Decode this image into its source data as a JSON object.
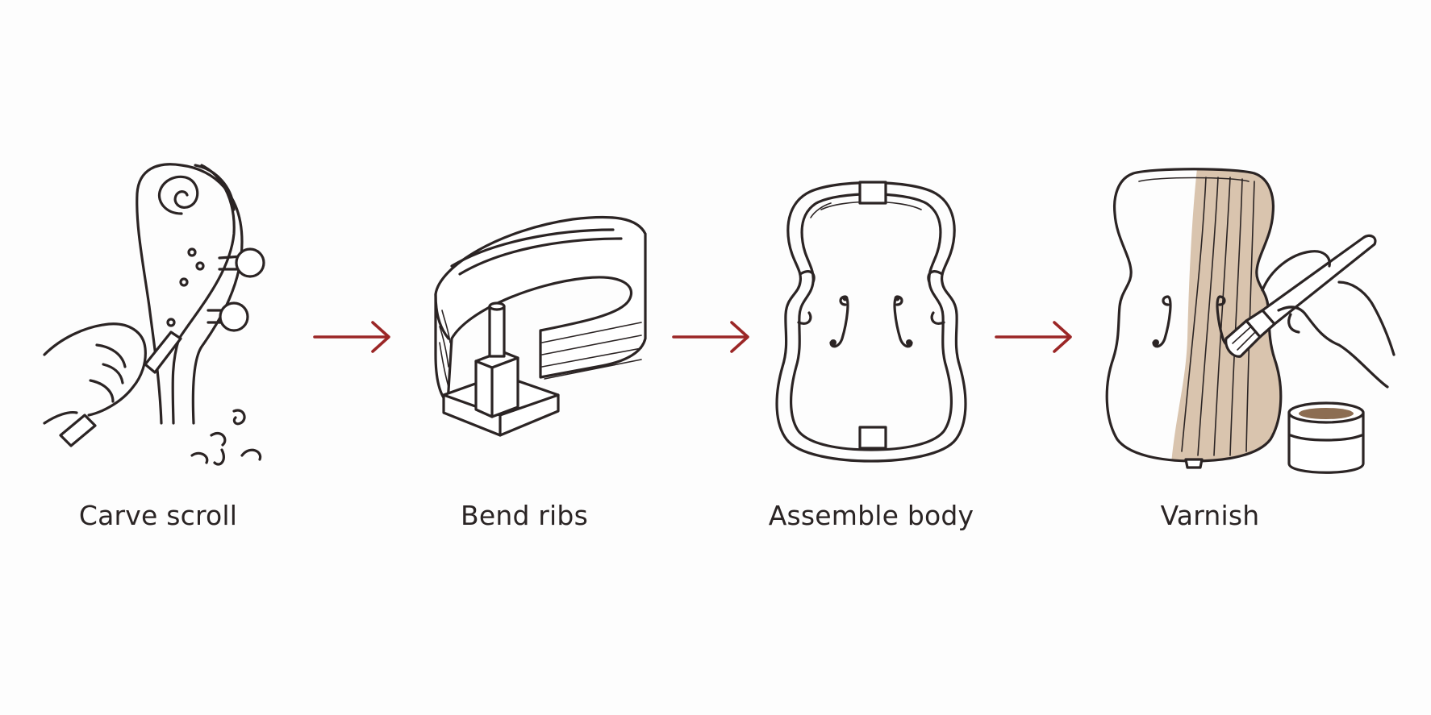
{
  "steps": [
    {
      "label": "Carve scroll",
      "icon": "scroll-carving-icon"
    },
    {
      "label": "Bend ribs",
      "icon": "bent-ribs-icon"
    },
    {
      "label": "Assemble body",
      "icon": "violin-body-icon"
    },
    {
      "label": "Varnish",
      "icon": "varnish-brush-icon"
    }
  ],
  "colors": {
    "ink": "#2b2424",
    "arrow": "#9b2626",
    "varnish": "#c9ab8c",
    "background": "#fdfdfd"
  }
}
